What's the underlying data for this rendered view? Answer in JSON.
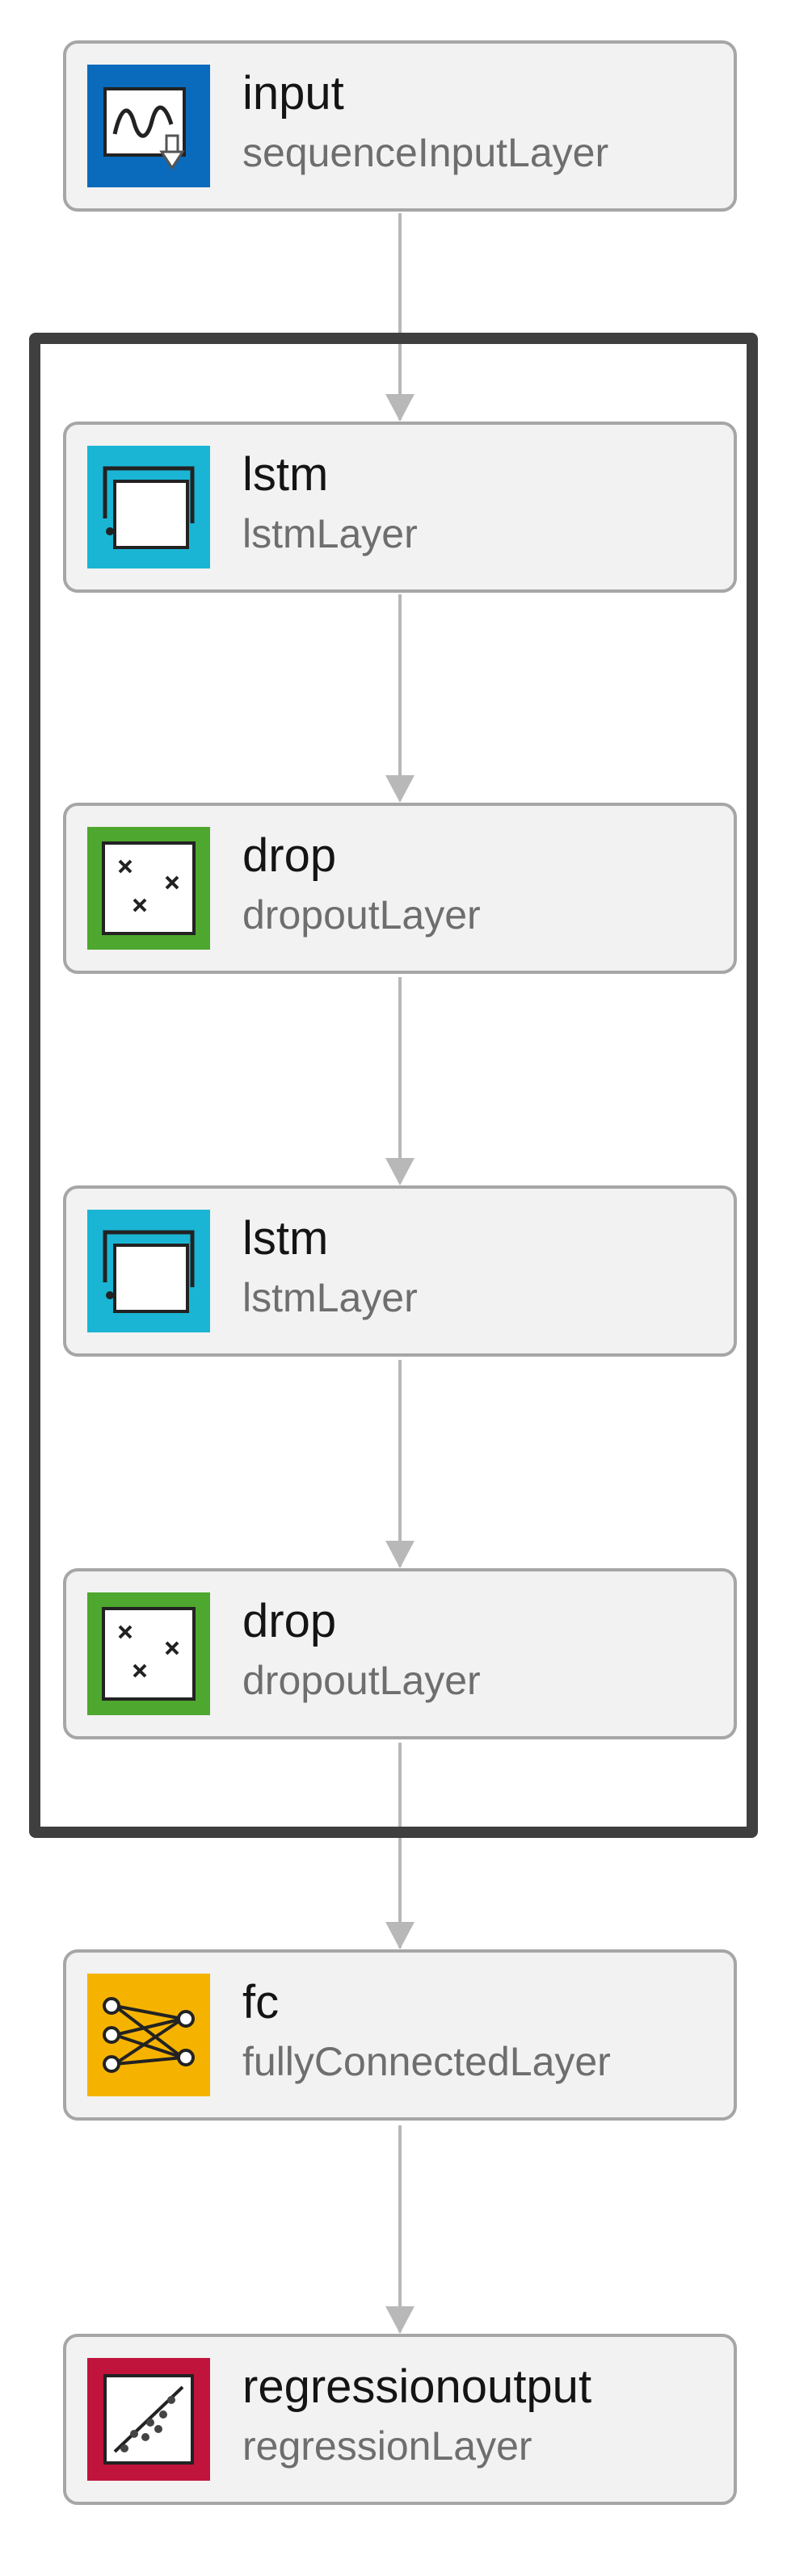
{
  "layers": [
    {
      "name": "input",
      "type": "sequenceInputLayer",
      "icon": "sequence-input-icon",
      "color": "#0a6bbd"
    },
    {
      "name": "lstm",
      "type": "lstmLayer",
      "icon": "lstm-icon",
      "color": "#1ab5d4"
    },
    {
      "name": "drop",
      "type": "dropoutLayer",
      "icon": "dropout-icon",
      "color": "#4ea72e"
    },
    {
      "name": "lstm",
      "type": "lstmLayer",
      "icon": "lstm-icon",
      "color": "#1ab5d4"
    },
    {
      "name": "drop",
      "type": "dropoutLayer",
      "icon": "dropout-icon",
      "color": "#4ea72e"
    },
    {
      "name": "fc",
      "type": "fullyConnectedLayer",
      "icon": "fully-connected-icon",
      "color": "#f5b300"
    },
    {
      "name": "regressionoutput",
      "type": "regressionLayer",
      "icon": "regression-output-icon",
      "color": "#c0143c"
    }
  ]
}
